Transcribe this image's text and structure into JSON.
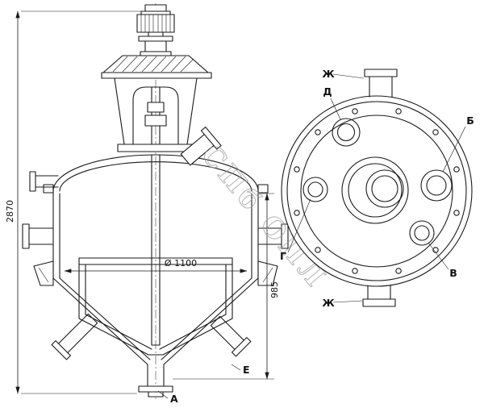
{
  "watermark": "СПб ОПЛ",
  "side_view": {
    "dim_overall_height": "2870",
    "dim_inner_diameter": "Ø 1100",
    "dim_cone_height": "985",
    "label_bottom_outlet": "А",
    "label_side_bottom_nozzle": "Е"
  },
  "top_view": {
    "label_top_nozzle": "Ж",
    "label_bottom_nozzle": "Ж",
    "label_nozzle_d": "Д",
    "label_nozzle_b": "Б",
    "label_nozzle_g": "Г",
    "label_nozzle_v": "В"
  }
}
